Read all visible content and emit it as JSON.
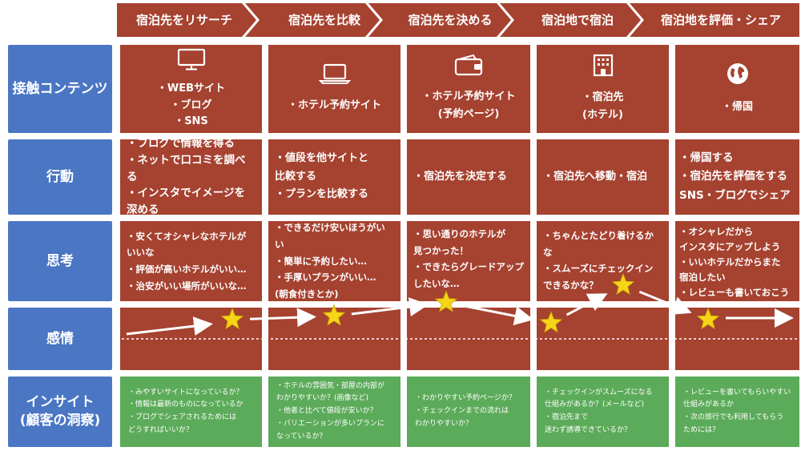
{
  "phases": [
    "宿泊先をリサーチ",
    "宿泊先を比較",
    "宿泊先を決める",
    "宿泊地で宿泊",
    "宿泊地を評価・シェア"
  ],
  "row_labels": {
    "contact": "接触コンテンツ",
    "action": "行動",
    "thinking": "思考",
    "emotion": "感情",
    "insight_line1": "インサイト",
    "insight_line2": "(顧客の洞察)"
  },
  "contact": [
    {
      "icon": "monitor-icon",
      "lines": [
        "・WEBサイト",
        "・ブログ",
        "・SNS"
      ]
    },
    {
      "icon": "laptop-icon",
      "lines": [
        "・ホテル予約サイト"
      ]
    },
    {
      "icon": "wallet-icon",
      "lines": [
        "・ホテル予約サイト",
        "(予約ページ)"
      ]
    },
    {
      "icon": "building-icon",
      "lines": [
        "・宿泊先",
        "(ホテル)"
      ]
    },
    {
      "icon": "globe-icon",
      "lines": [
        "・帰国"
      ]
    }
  ],
  "action": [
    [
      "・ブログで情報を得る",
      "・ネットで口コミを調べる",
      "・インスタでイメージを",
      "深める"
    ],
    [
      "・値段を他サイトと",
      "比較する",
      "・プランを比較する"
    ],
    [
      "・宿泊先を決定する"
    ],
    [
      "・宿泊先へ移動・宿泊"
    ],
    [
      "・帰国する",
      "・宿泊先を評価をする",
      "SNS・ブログでシェア"
    ]
  ],
  "thinking": [
    [
      "・安くてオシャレなホテルが",
      "いいな",
      "・評価が高いホテルがいい…",
      "・治安がいい場所がいいな…"
    ],
    [
      "・できるだけ安いほうがいい",
      "・簡単に予約したい…",
      "・手厚いプランがいい…",
      "(朝食付きとか)"
    ],
    [
      "・思い通りのホテルが",
      "見つかった！",
      "・できたらグレードアップ",
      "したいな…"
    ],
    [
      "・ちゃんとたどり着けるかな",
      "・スムーズにチェックイン",
      "できるかな？"
    ],
    [
      "・オシャレだから",
      "インスタにアップしよう",
      "・いいホテルだからまた",
      "宿泊したい",
      "・レビューも書いておこう"
    ]
  ],
  "insight": [
    [
      "・みやすいサイトになっているか？",
      "・情報は最新のものになっているか",
      "・ブログでシェアされるためには",
      "どうすればいいか？"
    ],
    [
      "・ホテルの雰囲気・部屋の内部が",
      "わかりやすいか？(画像など)",
      "・他者と比べて値段が安いか？",
      "・バリエーションが多いプランに",
      "なっているか？"
    ],
    [
      "・わかりやすい予約ページか？",
      "・チェックインまでの流れは",
      "わかりやすいか？"
    ],
    [
      "・チェックインがスムーズになる",
      "仕組みがあるか？(メールなど)",
      "・宿泊先まで",
      "迷わず誘導できているか？"
    ],
    [
      "・レビューを書いてもらいやすい",
      "仕組みがあるか",
      "・次の旅行でも利用してもらう",
      "ためには？"
    ]
  ],
  "emotion_points": [
    {
      "phase": 0,
      "level": 0.5
    },
    {
      "phase": 1,
      "level": 0.55
    },
    {
      "phase": 2,
      "level": 0.75
    },
    {
      "phase": 3,
      "level": 0.45
    },
    {
      "phase": 3,
      "level": 1.0
    },
    {
      "phase": 4,
      "level": 0.5
    }
  ],
  "colors": {
    "phase_bar": "#a64230",
    "row_head": "#4a76c4",
    "cell": "#a64230",
    "insight": "#5cab5a",
    "star": "#f6d417"
  }
}
